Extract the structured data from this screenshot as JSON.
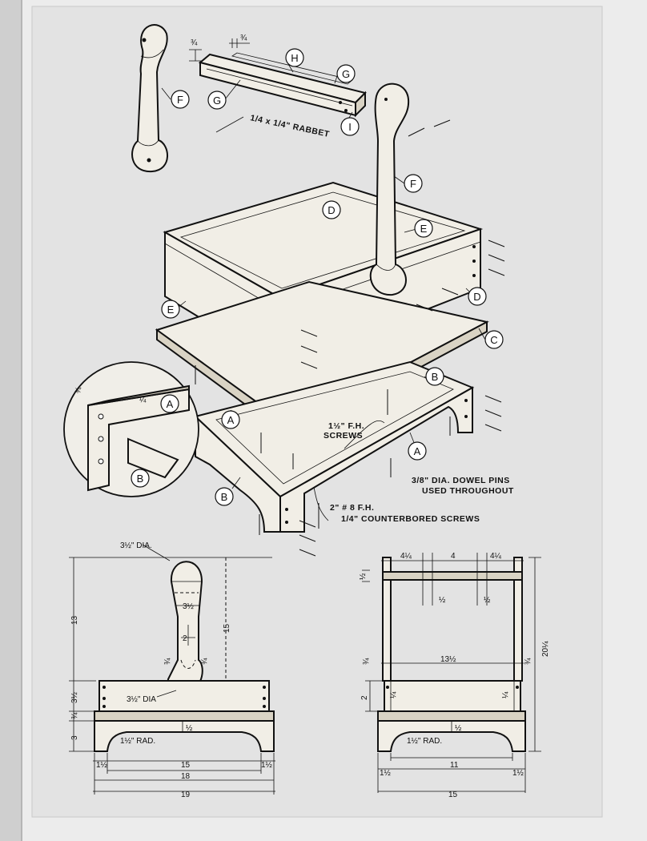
{
  "exploded_view": {
    "part_labels": {
      "a_inset": "A",
      "a_apron": "A",
      "a_front": "A",
      "b_inset": "B",
      "b_side": "B",
      "b_back": "B",
      "c_bottom": "C",
      "d_back": "D",
      "d_front": "D",
      "e_left": "E",
      "e_right": "E",
      "f_detached": "F",
      "f_assembled": "F",
      "g_left": "G",
      "g_right": "G",
      "h_top": "H",
      "i_end": "I"
    },
    "notes": {
      "rabbet": "1/4 x 1/4\" RABBET",
      "fh_screws_line1": "1½\" F.H.",
      "fh_screws_line2": "SCREWS",
      "dowel_line1": "3/8\" DIA. DOWEL PINS",
      "dowel_line2": "USED THROUGHOUT",
      "screws_line1": "2\" # 8 F.H.",
      "screws_line2": "1/4\" COUNTERBORED SCREWS"
    },
    "rail_dims": {
      "left": "¾",
      "right": "¾"
    },
    "inset_dims": {
      "top": "¾",
      "side": "¼"
    }
  },
  "front_view": {
    "dims": {
      "top_dia": "3½\" DIA.",
      "handle_height": "13",
      "handle_inner_height": "15",
      "grip_width": "3½",
      "stem_width": "2",
      "stem_left": "¾",
      "stem_right": "¾",
      "bottom_dia": "3½\" DIA",
      "box_height": "3½",
      "base_thickness": "¾",
      "leg_height": "3",
      "center_mark": "½",
      "radius": "1½\" RAD.",
      "inner_width": "15",
      "left_margin": "1½",
      "right_margin": "1½",
      "mid_width": "18",
      "total_width": "19"
    }
  },
  "side_view": {
    "dims": {
      "top_left": "4¼",
      "top_mid": "4",
      "top_right": "4¼",
      "rail_thk": "½",
      "gap_left": "½",
      "gap_right": "½",
      "left_thk": "¾",
      "inner_width": "13½",
      "right_thk": "¾",
      "total_height": "20¼",
      "box_height": "2",
      "side_left": "¼",
      "side_right": "¼",
      "center_mark": "½",
      "radius": "1½\" RAD.",
      "base_inner": "11",
      "left_margin": "1½",
      "right_margin": "1½",
      "total_width": "15"
    }
  }
}
